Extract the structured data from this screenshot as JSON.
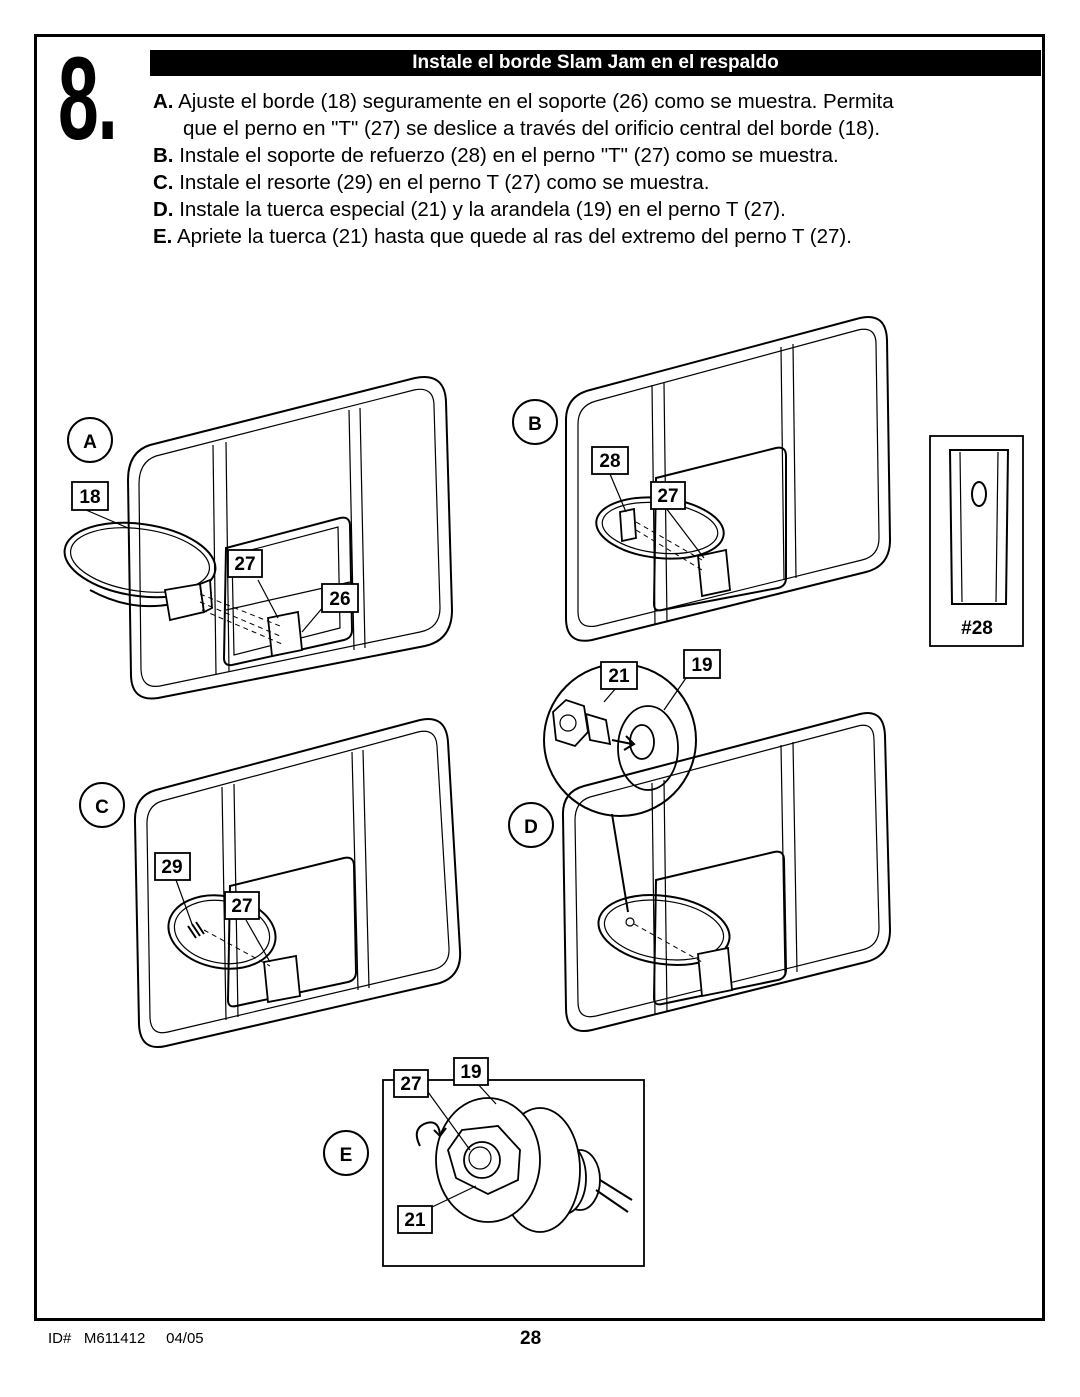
{
  "step": {
    "number": "8.",
    "title": "Instale el borde Slam Jam en el respaldo"
  },
  "instructions": [
    {
      "letter": "A.",
      "text": "Ajuste el borde (18) seguramente en el soporte (26) como se muestra. Permita",
      "cont": "que el perno en \"T\" (27) se deslice a través del orificio central del borde (18)."
    },
    {
      "letter": "B.",
      "text": "Instale el soporte de refuerzo (28) en el perno \"T\" (27) como se muestra."
    },
    {
      "letter": "C.",
      "text": "Instale el resorte (29) en el perno T (27) como se muestra."
    },
    {
      "letter": "D.",
      "text": "Instale la tuerca especial (21) y la arandela (19) en el perno T (27)."
    },
    {
      "letter": "E.",
      "text": "Apriete la tuerca (21) hasta que quede al ras del extremo del perno T (27)."
    }
  ],
  "figures": {
    "a": {
      "letter": "A",
      "callouts": [
        "18",
        "27",
        "26"
      ]
    },
    "b": {
      "letter": "B",
      "callouts": [
        "28",
        "27"
      ]
    },
    "part28": {
      "label": "#28"
    },
    "detail_d": {
      "callouts": [
        "21",
        "19"
      ]
    },
    "c": {
      "letter": "C",
      "callouts": [
        "29",
        "27"
      ]
    },
    "d": {
      "letter": "D"
    },
    "e": {
      "letter": "E",
      "callouts": [
        "27",
        "19",
        "21"
      ]
    }
  },
  "footer": {
    "id": "ID#   M611412     04/05",
    "page": "28"
  }
}
